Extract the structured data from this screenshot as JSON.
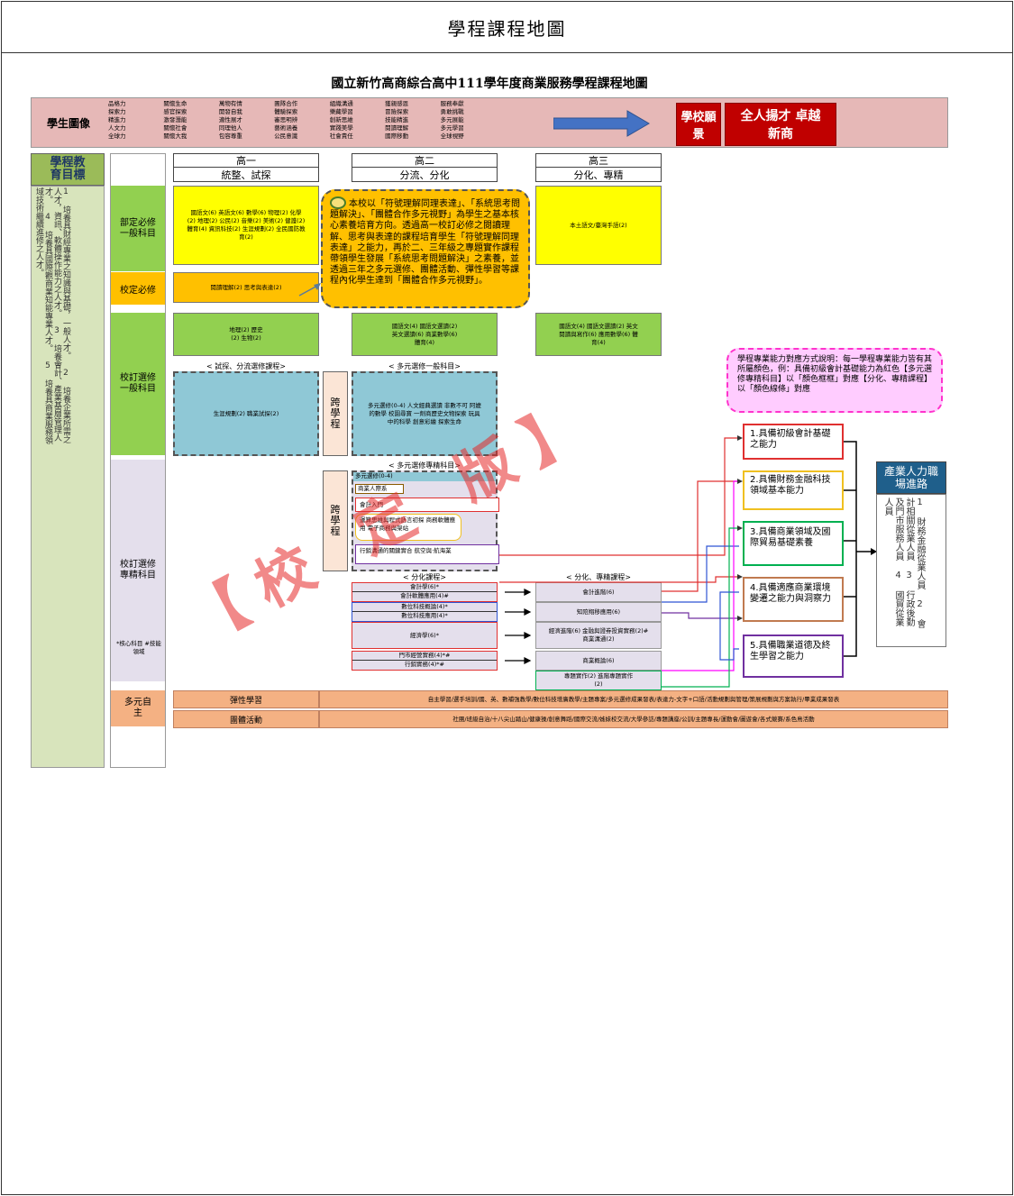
{
  "page": {
    "title": "學程課程地圖"
  },
  "map": {
    "title": "國立新竹高商綜合高中111學年度商業服務學程課程地圖",
    "portrait_label": "學生圖像",
    "traits": [
      "品格力",
      "探索力",
      "精進力",
      "人文力",
      "全球力",
      "關懷生命",
      "感官探索",
      "激發潛能",
      "關懷社會",
      "關懷大我",
      "萬物有情",
      "開發自我",
      "適性展才",
      "同理他人",
      "包容尊重",
      "團隊合作",
      "體驗探索",
      "審思明辨",
      "藝術涵養",
      "公民意識",
      "組織溝通",
      "樂藏學習",
      "創新思維",
      "實踐美學",
      "社會責任",
      "獲親感恩",
      "冒險探索",
      "技能精進",
      "閱讀理解",
      "國際移動",
      "服務奉獻",
      "勇敢挑戰",
      "多元展能",
      "多元學習",
      "全球視野"
    ],
    "vision_label": "學校願景",
    "vision_text": "全人揚才 卓越新商",
    "edu_goal_label": "學程教育目標",
    "edu_goal_text": "1 培養具財經專業之知識與基礎，一般人才。 2 培養企業所需之人才，資訊、軟體操作能力之人才。 3 培養會計、產業基層管理人才。 4 培養具國際觀商業知能專業人才。 5 培養具商業服務領域技術繼續進修之人才。",
    "grades": [
      {
        "name": "高一",
        "focus": "統整、試探"
      },
      {
        "name": "高二",
        "focus": "分流、分化"
      },
      {
        "name": "高三",
        "focus": "分化、專精"
      }
    ],
    "categories": {
      "dept_required": "部定必修一般科目",
      "school_required": "校定必修",
      "school_elective_general": "校訂選修一般科目",
      "school_elective_pro": "校訂選修專精科目",
      "legend_core": "*核心科目 #技能領域",
      "multi": "多元自主"
    },
    "g1_dept": "國語文(6) 英語文(6) 數學(6) 物理(2) 化學(2) 地理(2) 公民(2) 音樂(2) 美術(2) 健護(2) 體育(4) 資訊科技(2) 生涯規劃(2) 全民國防教育(2)",
    "g3_dept": "本土語文/臺灣手語(2)",
    "g1_school_req": "閱讀理解(2) 思考與表達(2)",
    "note_bubble": "本校以「符號理解同理表達」、「系統思考問題解決」、「團體合作多元視野」為學生之基本核心素養培育方向。透過高一校訂必修之閱讀理解、思考與表達的課程培育學生「符號理解同理表達」之能力，再於二、三年級之專題實作課程帶領學生發展「系統思考問題解決」之素養，並透過三年之多元選修、團體活動、彈性學習等課程內化學生達到「團體合作多元視野」。",
    "g1_elective": "地理(2) 歷史(2) 生物(2)",
    "g2_elective": "國語文(4) 國語文選讀(2) 英文選讀(6) 商業數學(6) 體育(4)",
    "g3_elective": "國語文(4) 國語文選讀(2) 英文閱讀與寫作(6) 應用數學(6) 體育(4)",
    "g1_explore_label": "< 試探、分流選修課程>",
    "g1_explore": "生涯規劃(2) 職業試探(2)",
    "multi_general_label": "< 多元選修一般科目>",
    "cross_label": "跨學程",
    "multi_general": "多元選修(0-4) 人文經典選讀 非數不可 阿嬤的數學 校園尋寶 一劑商歷史文物探索 玩具中的科學 創意彩繪 探索生命",
    "multi_pro_label": "< 多元選修專精科目>",
    "multi_pro_items": [
      "多元選修(0-4)",
      "商業人際系",
      "會計入門",
      "運算思維與程式語言初探 商務軟體應用 電子商務與架站",
      "行銷溝通的關鍵實合 航空與·航海業"
    ],
    "diff_label": "< 分化課程>",
    "spec_label": "< 分化、專精課程>",
    "g2_pro": [
      [
        "會計學(6)*",
        "會計軟體應用(4)#"
      ],
      [
        "數位科技概論(4)*",
        "數位科技應用(4)*"
      ],
      [
        "經濟學(6)*"
      ],
      [
        "門市經營實務(4)*#",
        "行銷實務(4)*#"
      ]
    ],
    "g3_pro": [
      "會計進階(6)",
      "知陪翔移應用(6)",
      "經濟進階(6) 金融與證券投資實務(2)# 商業溝通(2)",
      "商業概論(6)",
      "專題實作(2) 進階專題實作(2)"
    ],
    "ability_note": "學程專業能力對應方式說明：每一學程專業能力皆有其所屬顏色，例：具備初級會計基礎能力為紅色【多元選修專精科目】以「顏色框框」對應【分化、專精課程】以「顏色線條」對應",
    "abilities": [
      "1.具備初級會計基礎之能力",
      "2.具備財務金融科技領域基本能力",
      "3.具備商業領域及國際貿易基礎素養",
      "4.具備適應商業環境變遷之能力與洞察力",
      "5.具備職業道德及終生學習之能力"
    ],
    "career_label": "產業人力職場進路",
    "career_text": "1 財務金融從業人員 2 會計相關從業人員 3 行政後勤及門市服務人員 4 國貿從業人員",
    "flex_label": "彈性學習",
    "flex_text": "自主學習/選手培訓/國、英、數補強教學/數位科技增廣教學/主題專案/多元選修成果發表/表達力-文字+口語/活動規劃與管理/策展規劃與方案執行/畢業成果發表",
    "group_label": "團體活動",
    "group_text": "社團/班級自治/十八尖山踏山/健康操/創意舞蹈/國際交流/姊妹校交流/大學參訪/專題講座/公訓/主題專長/運動會/圖遊會/各式競賽/系色鳥活動"
  },
  "watermark": "【校 定 版】",
  "colors": {
    "pink": "#e6b8b7",
    "lime": "#92d050",
    "yellow": "#ffff00",
    "orange": "#ffc000",
    "teal": "#8fc8d6",
    "lavender": "#e4dfec",
    "peach": "#f4b183",
    "red": "#e03030",
    "blue": "#2f55d4",
    "green": "#00b050",
    "purple": "#7030a0",
    "magenta": "#ff00ff"
  }
}
